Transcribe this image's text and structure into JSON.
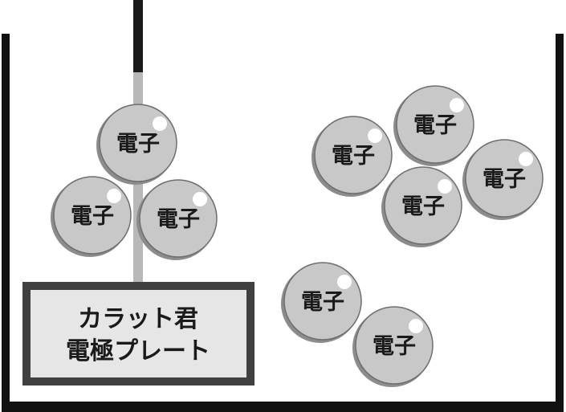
{
  "diagram": {
    "electron_label": "電子",
    "plate": {
      "line1": "カラット君",
      "line2": "電極プレート"
    },
    "colors": {
      "outline": "#111111",
      "rod_upper": "#1a1a1a",
      "rod_lower": "#b8b8b8",
      "plate_fill": "#e6e6e6",
      "plate_border": "#404040",
      "electron_fill": "#c8c8c8",
      "electron_shadow": "#8c8c8c",
      "electron_rim": "#6e6e6e",
      "highlight": "#ffffff"
    }
  }
}
